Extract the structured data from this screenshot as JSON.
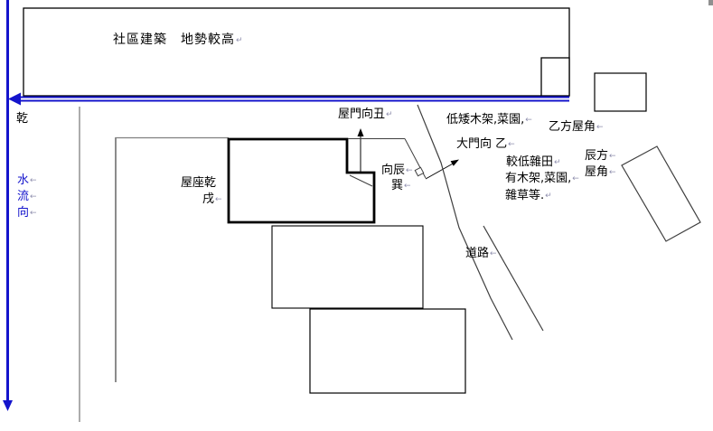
{
  "colors": {
    "water_blue": "#1414cc",
    "line_black": "#000000",
    "line_gray": "#808080",
    "thin_line": "#3f3f3f",
    "format_mark_gray": "#8f8fae"
  },
  "labels": {
    "title": {
      "text": "社區建築　地勢較高",
      "mark": "↵"
    },
    "qian": {
      "text": "乾",
      "mark": ""
    },
    "water_flow": [
      {
        "text": "水",
        "mark": "←"
      },
      {
        "text": "流",
        "mark": "←"
      },
      {
        "text": "向",
        "mark": "←"
      }
    ],
    "house_door": {
      "text": "屋門向丑",
      "mark": "↵"
    },
    "low_wooden": {
      "text": "低矮木架,菜園,",
      "mark": "←"
    },
    "yi_corner": {
      "text": "乙方屋角",
      "mark": "←"
    },
    "main_gate": {
      "text": "大門向 乙",
      "mark": "←"
    },
    "lower_field": {
      "text": "較低雜田",
      "mark": "↵"
    },
    "wooden_garden": {
      "text": "有木架,菜園,",
      "mark": "←"
    },
    "weeds": {
      "text": "雜草等.",
      "mark": "↵"
    },
    "chen_dir": {
      "text": "辰方",
      "mark": "←"
    },
    "house_corner": {
      "text": "屋角",
      "mark": "←"
    },
    "facing_chen": {
      "text": "向辰",
      "mark": "←"
    },
    "xun": {
      "text": "巽",
      "mark": "←"
    },
    "house_sitting": {
      "text": "屋座乾",
      "mark": ""
    },
    "xu": {
      "text": "戌",
      "mark": "←"
    },
    "road": {
      "text": "道路",
      "mark": "←"
    }
  }
}
